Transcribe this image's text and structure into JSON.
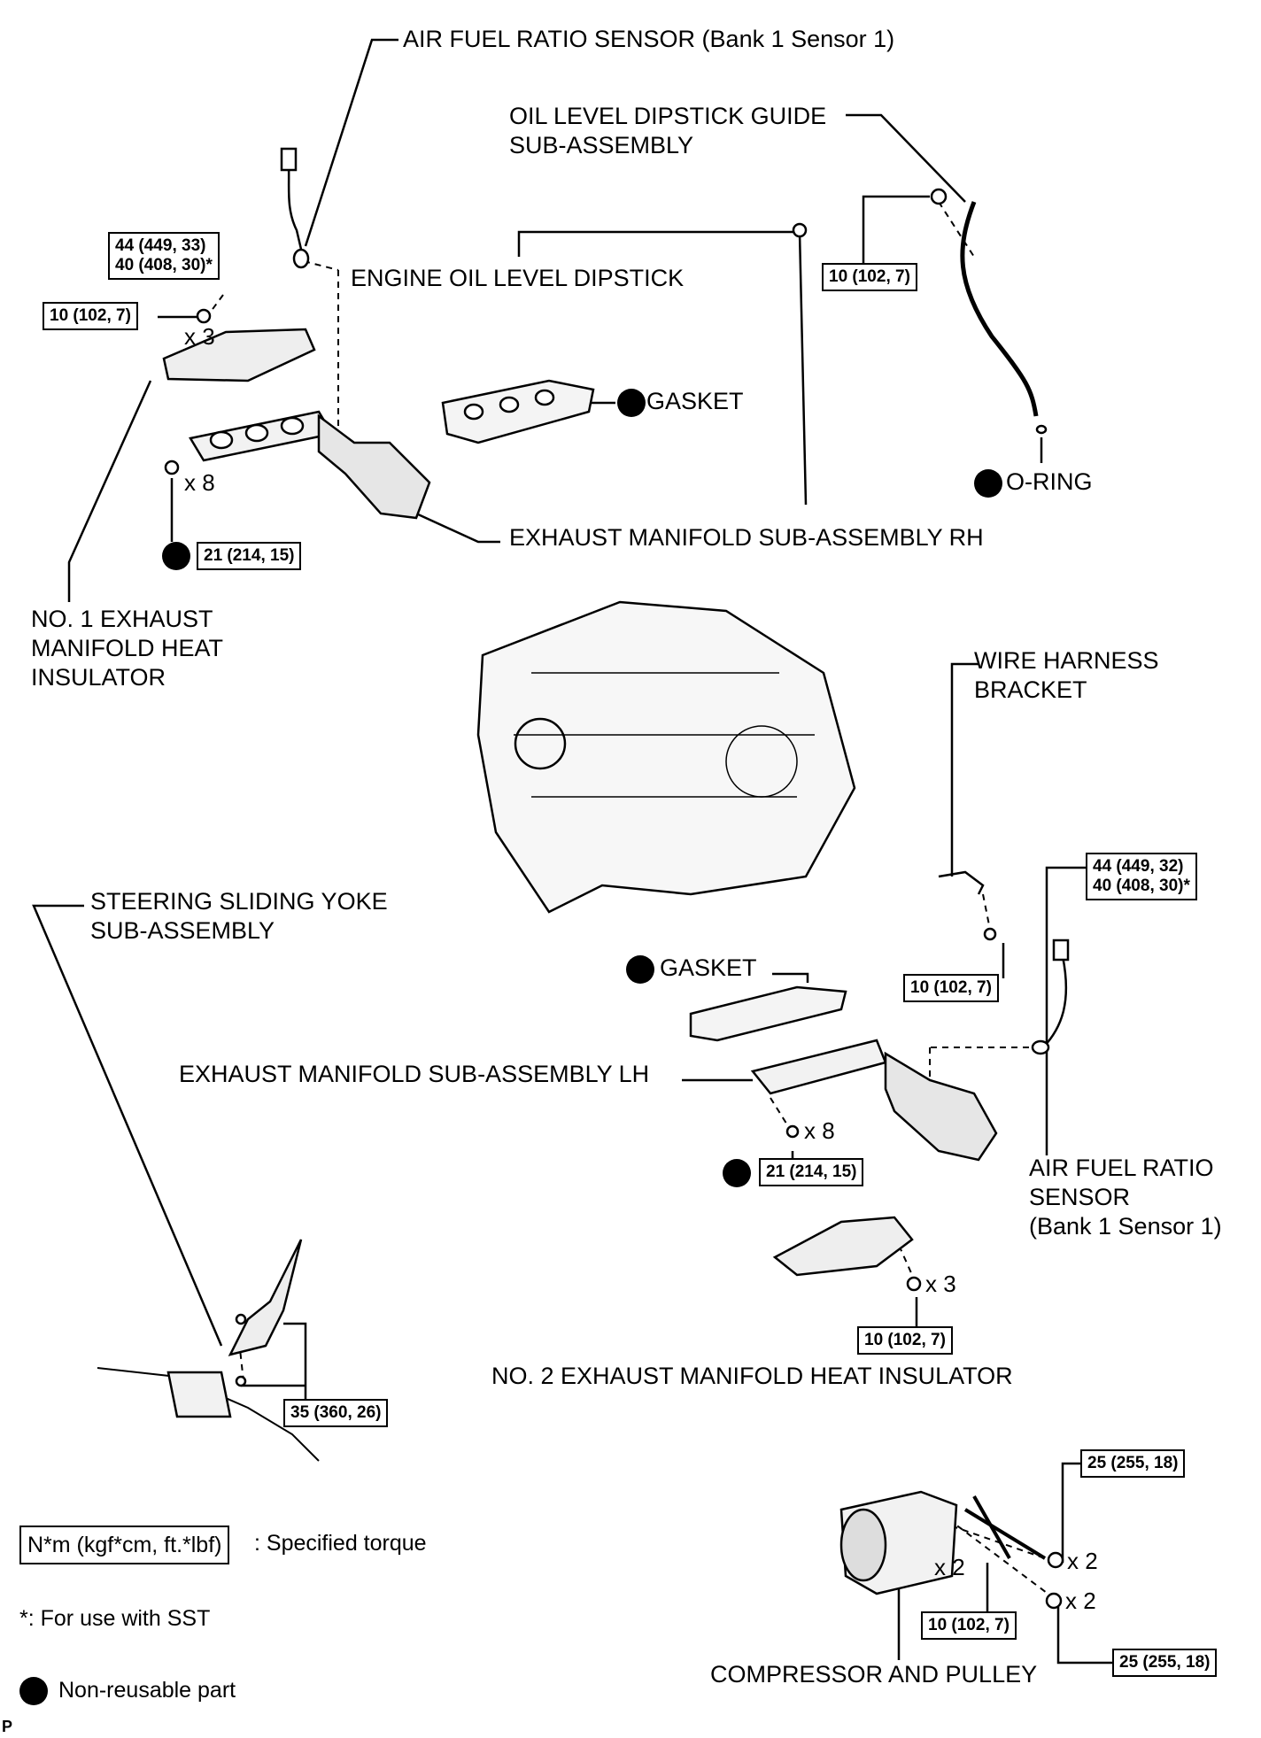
{
  "callouts": {
    "af_sensor_rh": "AIR FUEL RATIO SENSOR (Bank 1 Sensor 1)",
    "dipstick_guide": "OIL LEVEL DIPSTICK GUIDE\nSUB-ASSEMBLY",
    "dipstick": "ENGINE OIL LEVEL DIPSTICK",
    "gasket_rh": "GASKET",
    "oring": "O-RING",
    "manifold_rh": "EXHAUST MANIFOLD SUB-ASSEMBLY RH",
    "insulator_1": "NO. 1 EXHAUST\nMANIFOLD HEAT\nINSULATOR",
    "wire_bracket": "WIRE HARNESS\nBRACKET",
    "sliding_yoke": "STEERING SLIDING YOKE\nSUB-ASSEMBLY",
    "gasket_lh": "GASKET",
    "manifold_lh": "EXHAUST MANIFOLD SUB-ASSEMBLY LH",
    "af_sensor_lh": "AIR FUEL RATIO\nSENSOR\n(Bank 1 Sensor 1)",
    "insulator_2": "NO. 2 EXHAUST MANIFOLD HEAT INSULATOR",
    "compressor": "COMPRESSOR AND PULLEY"
  },
  "torques": {
    "af_rh": "44 (449, 33)\n40 (408, 30)*",
    "insulator1_bolt": "10 (102, 7)",
    "guide_bolt": "10 (102, 7)",
    "manifold_rh_nut": "21 (214, 15)",
    "af_lh": "44 (449, 32)\n40 (408, 30)*",
    "bracket_bolt": "10 (102, 7)",
    "manifold_lh_nut": "21 (214, 15)",
    "insulator2_bolt": "10 (102, 7)",
    "yoke_bolt": "35 (360, 26)",
    "comp_bolt_upper": "25 (255, 18)",
    "comp_stud": "10 (102, 7)",
    "comp_nut": "25 (255, 18)"
  },
  "quantities": {
    "insulator1_bolts": "x 3",
    "manifold_rh_nuts": "x 8",
    "manifold_lh_nuts": "x 8",
    "insulator2_bolts": "x 3",
    "comp_bolts": "x 2",
    "comp_studs": "x 2",
    "comp_nuts": "x 2"
  },
  "legend": {
    "torque_unit": "N*m (kgf*cm, ft.*lbf)",
    "torque_desc": ": Specified torque",
    "sst_note": "*: For use with SST",
    "nonreusable": "Non-reusable part"
  },
  "corner_mark": "P"
}
